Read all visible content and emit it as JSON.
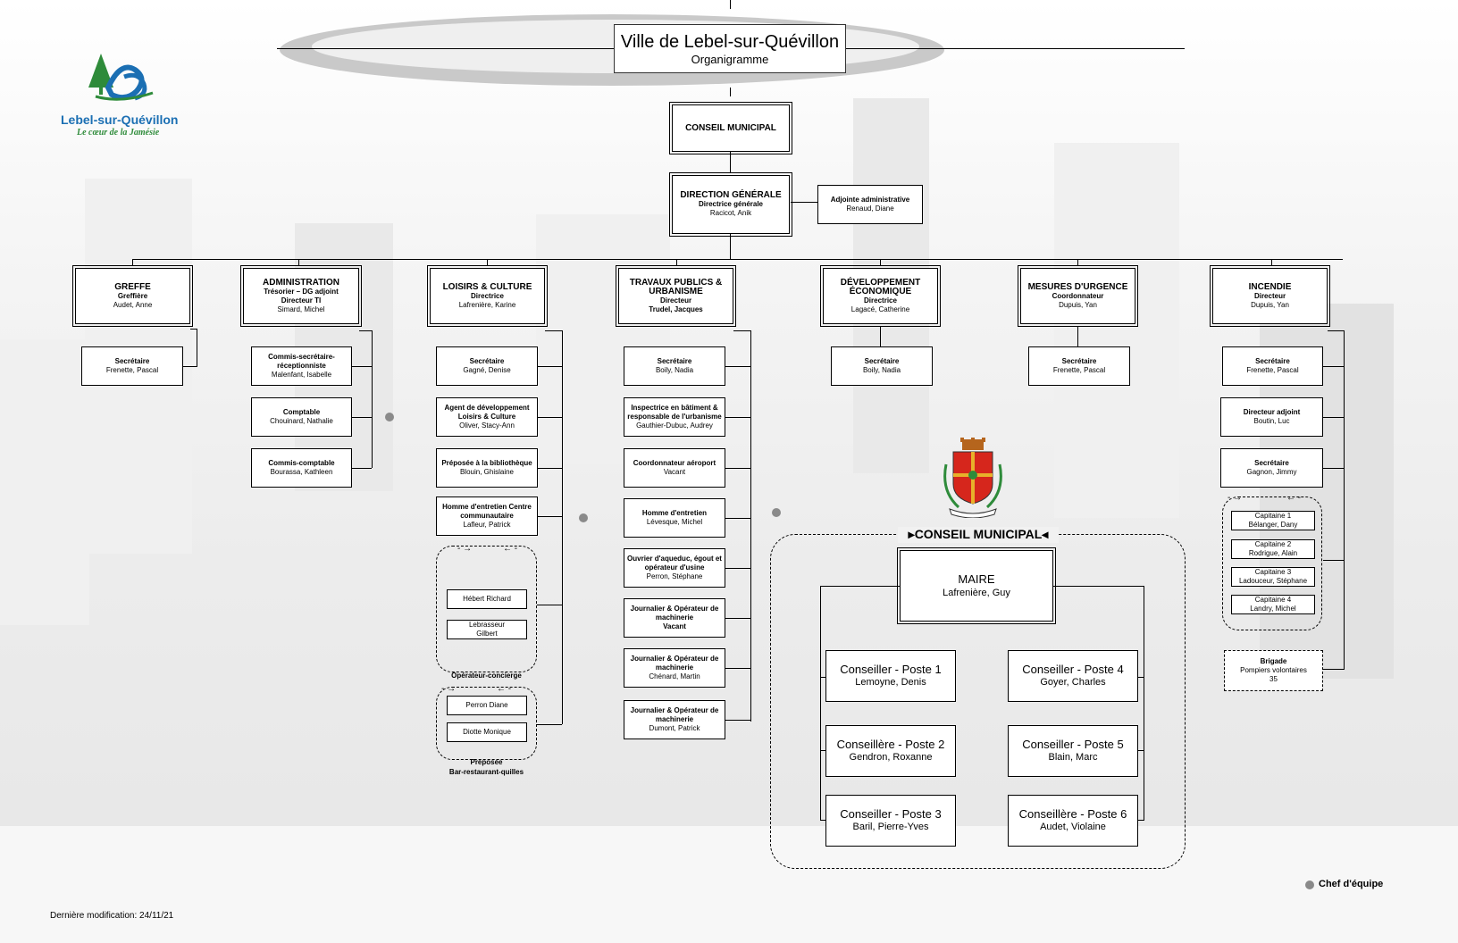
{
  "header": {
    "title": "Ville de Lebel-sur-Quévillon",
    "subtitle": "Organigramme"
  },
  "logo": {
    "name": "Lebel-sur-Quévillon",
    "tagline": "Le cœur de la Jamésie"
  },
  "council_top": "CONSEIL MUNICIPAL",
  "direction": {
    "title": "DIRECTION GÉNÉRALE",
    "role": "Directrice générale",
    "name": "Racicot, Anik"
  },
  "adjointe": {
    "role": "Adjointe administrative",
    "name": "Renaud, Diane"
  },
  "departments": {
    "greffe": {
      "title": "GREFFE",
      "role": "Greffière",
      "name": "Audet, Anne",
      "staff": [
        {
          "role": "Secrétaire",
          "name": "Frenette, Pascal"
        }
      ]
    },
    "admin": {
      "title": "ADMINISTRATION",
      "role": "Trésorier – DG adjoint",
      "role2": "Directeur TI",
      "name": "Simard, Michel",
      "staff": [
        {
          "role": "Commis-secrétaire-réceptionniste",
          "name": "Malenfant, Isabelle"
        },
        {
          "role": "Comptable",
          "name": "Chouinard, Nathalie"
        },
        {
          "role": "Commis-comptable",
          "name": "Bourassa, Kathleen"
        }
      ]
    },
    "loisirs": {
      "title": "LOISIRS & CULTURE",
      "role": "Directrice",
      "name": "Lafrenière, Karine",
      "staff": [
        {
          "role": "Secrétaire",
          "name": "Gagné, Denise"
        },
        {
          "role": "Agent de développement Loisirs & Culture",
          "name": "Oliver, Stacy-Ann"
        },
        {
          "role": "Préposée à la bibliothèque",
          "name": "Blouin, Ghislaine"
        },
        {
          "role": "Homme d'entretien Centre communautaire",
          "name": "Lafleur, Patrick"
        }
      ],
      "group1": {
        "members": [
          "Hébert Richard",
          "Lebrasseur Gilbert"
        ],
        "caption": "Opérateur-concierge"
      },
      "group2": {
        "members": [
          "Perron Diane",
          "Diotte Monique"
        ],
        "caption": "Préposée",
        "caption2": "Bar-restaurant-quilles"
      }
    },
    "travaux": {
      "title": "TRAVAUX PUBLICS & URBANISME",
      "role": "Directeur",
      "name": "Trudel, Jacques",
      "staff": [
        {
          "role": "Secrétaire",
          "name": "Boily, Nadia"
        },
        {
          "role": "Inspectrice en bâtiment & responsable de l'urbanisme",
          "name": "Gauthier-Dubuc, Audrey"
        },
        {
          "role": "Coordonnateur aéroport",
          "name": "Vacant"
        },
        {
          "role": "Homme d'entretien",
          "name": "Lévesque, Michel"
        },
        {
          "role": "Ouvrier d'aqueduc, égout et opérateur d'usine",
          "name": "Perron, Stéphane"
        },
        {
          "role": "Journalier & Opérateur de machinerie",
          "name": "Vacant"
        },
        {
          "role": "Journalier & Opérateur de machinerie",
          "name": "Chénard, Martin"
        },
        {
          "role": "Journalier & Opérateur de machinerie",
          "name": "Dumont, Patrick"
        }
      ]
    },
    "dev": {
      "title": "DÉVELOPPEMENT ÉCONOMIQUE",
      "role": "Directrice",
      "name": "Lagacé, Catherine",
      "staff": [
        {
          "role": "Secrétaire",
          "name": "Boily, Nadia"
        }
      ]
    },
    "urgence": {
      "title": "MESURES D'URGENCE",
      "role": "Coordonnateur",
      "name": "Dupuis, Yan",
      "staff": [
        {
          "role": "Secrétaire",
          "name": "Frenette, Pascal"
        }
      ]
    },
    "incendie": {
      "title": "INCENDIE",
      "role": "Directeur",
      "name": "Dupuis, Yan",
      "staff": [
        {
          "role": "Secrétaire",
          "name": "Frenette, Pascal"
        },
        {
          "role": "Directeur adjoint",
          "name": "Boutin, Luc"
        },
        {
          "role": "Secrétaire",
          "name": "Gagnon, Jimmy"
        }
      ],
      "captains": [
        {
          "role": "Capitaine 1",
          "name": "Bélanger, Dany"
        },
        {
          "role": "Capitaine 2",
          "name": "Rodrigue, Alain"
        },
        {
          "role": "Capitaine 3",
          "name": "Ladouceur, Stéphane"
        },
        {
          "role": "Capitaine 4",
          "name": "Landry, Michel"
        }
      ],
      "brigade": {
        "title": "Brigade",
        "desc": "Pompiers volontaires",
        "count": "35"
      }
    }
  },
  "council": {
    "title": "CONSEIL MUNICIPAL",
    "mayor_title": "MAIRE",
    "mayor_name": "Lafrenière, Guy",
    "members": [
      {
        "post": "Conseiller - Poste 1",
        "name": "Lemoyne, Denis"
      },
      {
        "post": "Conseiller - Poste 4",
        "name": "Goyer, Charles"
      },
      {
        "post": "Conseillère - Poste 2",
        "name": "Gendron, Roxanne"
      },
      {
        "post": "Conseiller - Poste 5",
        "name": "Blain, Marc"
      },
      {
        "post": "Conseiller - Poste 3",
        "name": "Baril, Pierre-Yves"
      },
      {
        "post": "Conseillère - Poste 6",
        "name": "Audet, Violaine"
      }
    ]
  },
  "legend": "Chef d'équipe",
  "footer": "Dernière modification: 24/11/21",
  "colors": {
    "logo_green": "#2e8b3a",
    "logo_blue": "#1b6fb3",
    "dot_gray": "#8a8a8a"
  }
}
